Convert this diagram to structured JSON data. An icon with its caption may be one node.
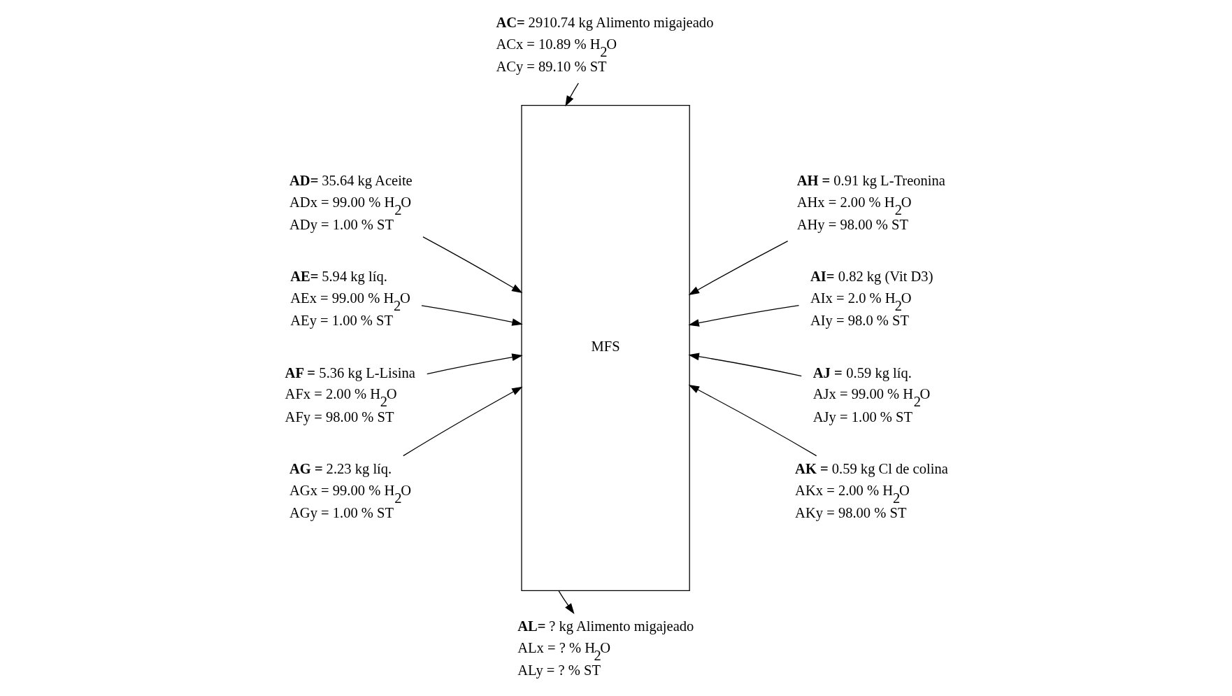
{
  "diagram": {
    "nodes": [
      {
        "text": [
          "**AC=** 2910.74 kg Alimento migajeado",
          "ACx = 10.89 % H$_{2}$O",
          "ACy = 89.10 % ST"
        ]
      },
      {
        "text": [
          "**AD=** 35.64 kg Aceite",
          "ADx = 99.00 % H$_{2}$O",
          "ADy = 1.00 % ST"
        ]
      },
      {
        "text": [
          "**AH =** 0.91 kg L-Treonina",
          "AHx = 2.00 % H$_{2}$O",
          "AHy = 98.00 % ST"
        ]
      },
      {
        "text": [
          "**AE=** 5.94 kg líq.",
          "AEx = 99.00 % H$_{2}$O",
          "AEy = 1.00 % ST"
        ]
      },
      {
        "text": [
          "**AI=** 0.82 kg (Vit D3)",
          "AIx = 2.0 % H$_{2}$O",
          "AIy = 98.0 % ST"
        ]
      },
      {
        "text": [
          "**AF =** 5.36 kg L-Lisina",
          "AFx = 2.00 % H$_{2}$O",
          "AFy = 98.00 % ST"
        ]
      },
      {
        "text": [
          "**AJ =** 0.59 kg líq.",
          "AJx = 99.00 % H$_{2}$O",
          "AJy = 1.00 % ST"
        ]
      },
      {
        "text": [
          "**AG =** 2.23 kg líq.",
          "AGx = 99.00 % H$_{2}$O",
          "AGy = 1.00 % ST"
        ]
      },
      {
        "text": [
          "**AK =** 0.59 kg Cl de colina",
          "AKx = 2.00 % H$_{2}$O",
          "AKy = 98.00 % ST"
        ]
      },
      {
        "text": [
          "MFS"
        ]
      },
      {
        "text": [
          "**AL=** ? kg Alimento migajeado",
          "ALx = ? % H$_{2}$O",
          "ALy = ? % ST"
        ]
      }
    ],
    "edges": [
      {
        "from": 0,
        "to": 9,
        "arrow": "to"
      },
      {
        "from": 1,
        "to": 9,
        "arrow": "to"
      },
      {
        "from": 2,
        "to": 9,
        "arrow": "to"
      },
      {
        "from": 3,
        "to": 9,
        "arrow": "to"
      },
      {
        "from": 4,
        "to": 9,
        "arrow": "to"
      },
      {
        "from": 5,
        "to": 9,
        "arrow": "to"
      },
      {
        "from": 6,
        "to": 9,
        "arrow": "to"
      },
      {
        "from": 7,
        "to": 9,
        "arrow": "to"
      },
      {
        "from": 8,
        "to": 9,
        "arrow": "to"
      },
      {
        "from": 9,
        "to": 10,
        "arrow": "to"
      }
    ]
  }
}
